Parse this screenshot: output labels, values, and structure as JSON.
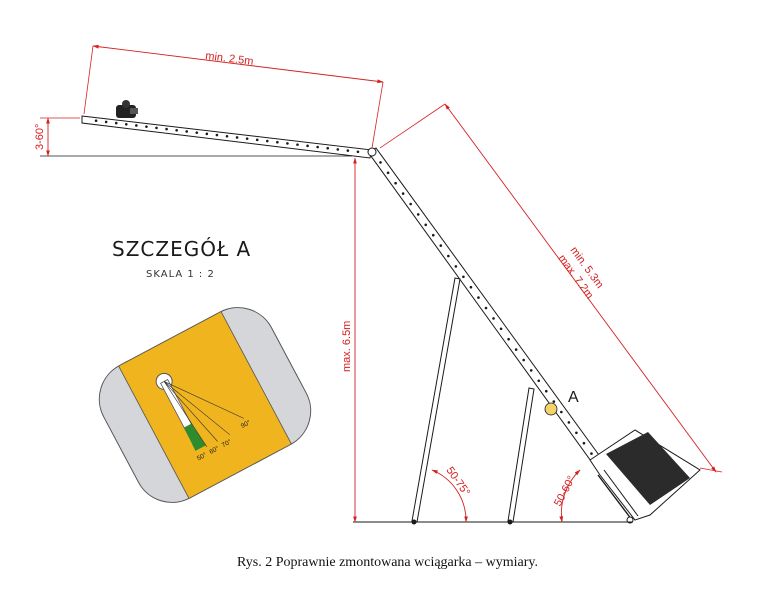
{
  "colors": {
    "dimension": "#d62020",
    "frame": "#1a1a1a",
    "detail_plate": "#f0b41e",
    "detail_body": "#d4d6da",
    "detail_pointer": "#2e8b2e",
    "winch_box": "#2b2b2b"
  },
  "dimensions": {
    "top_length": "min. 2.5m",
    "tilt_angle": "3-60°",
    "height": "max. 6.5m",
    "diag_min": "min. 5.3m",
    "diag_max": "max. 7.2m",
    "strut_angle": "50-75°",
    "foot_angle": "50-60°"
  },
  "detail": {
    "title": "SZCZEGÓŁ A",
    "scale": "SKALA 1 : 2",
    "angles": [
      "50°",
      "60°",
      "70°",
      "90°"
    ]
  },
  "marker_label": "A",
  "caption": "Rys. 2 Poprawnie zmontowana wciągarka – wymiary."
}
